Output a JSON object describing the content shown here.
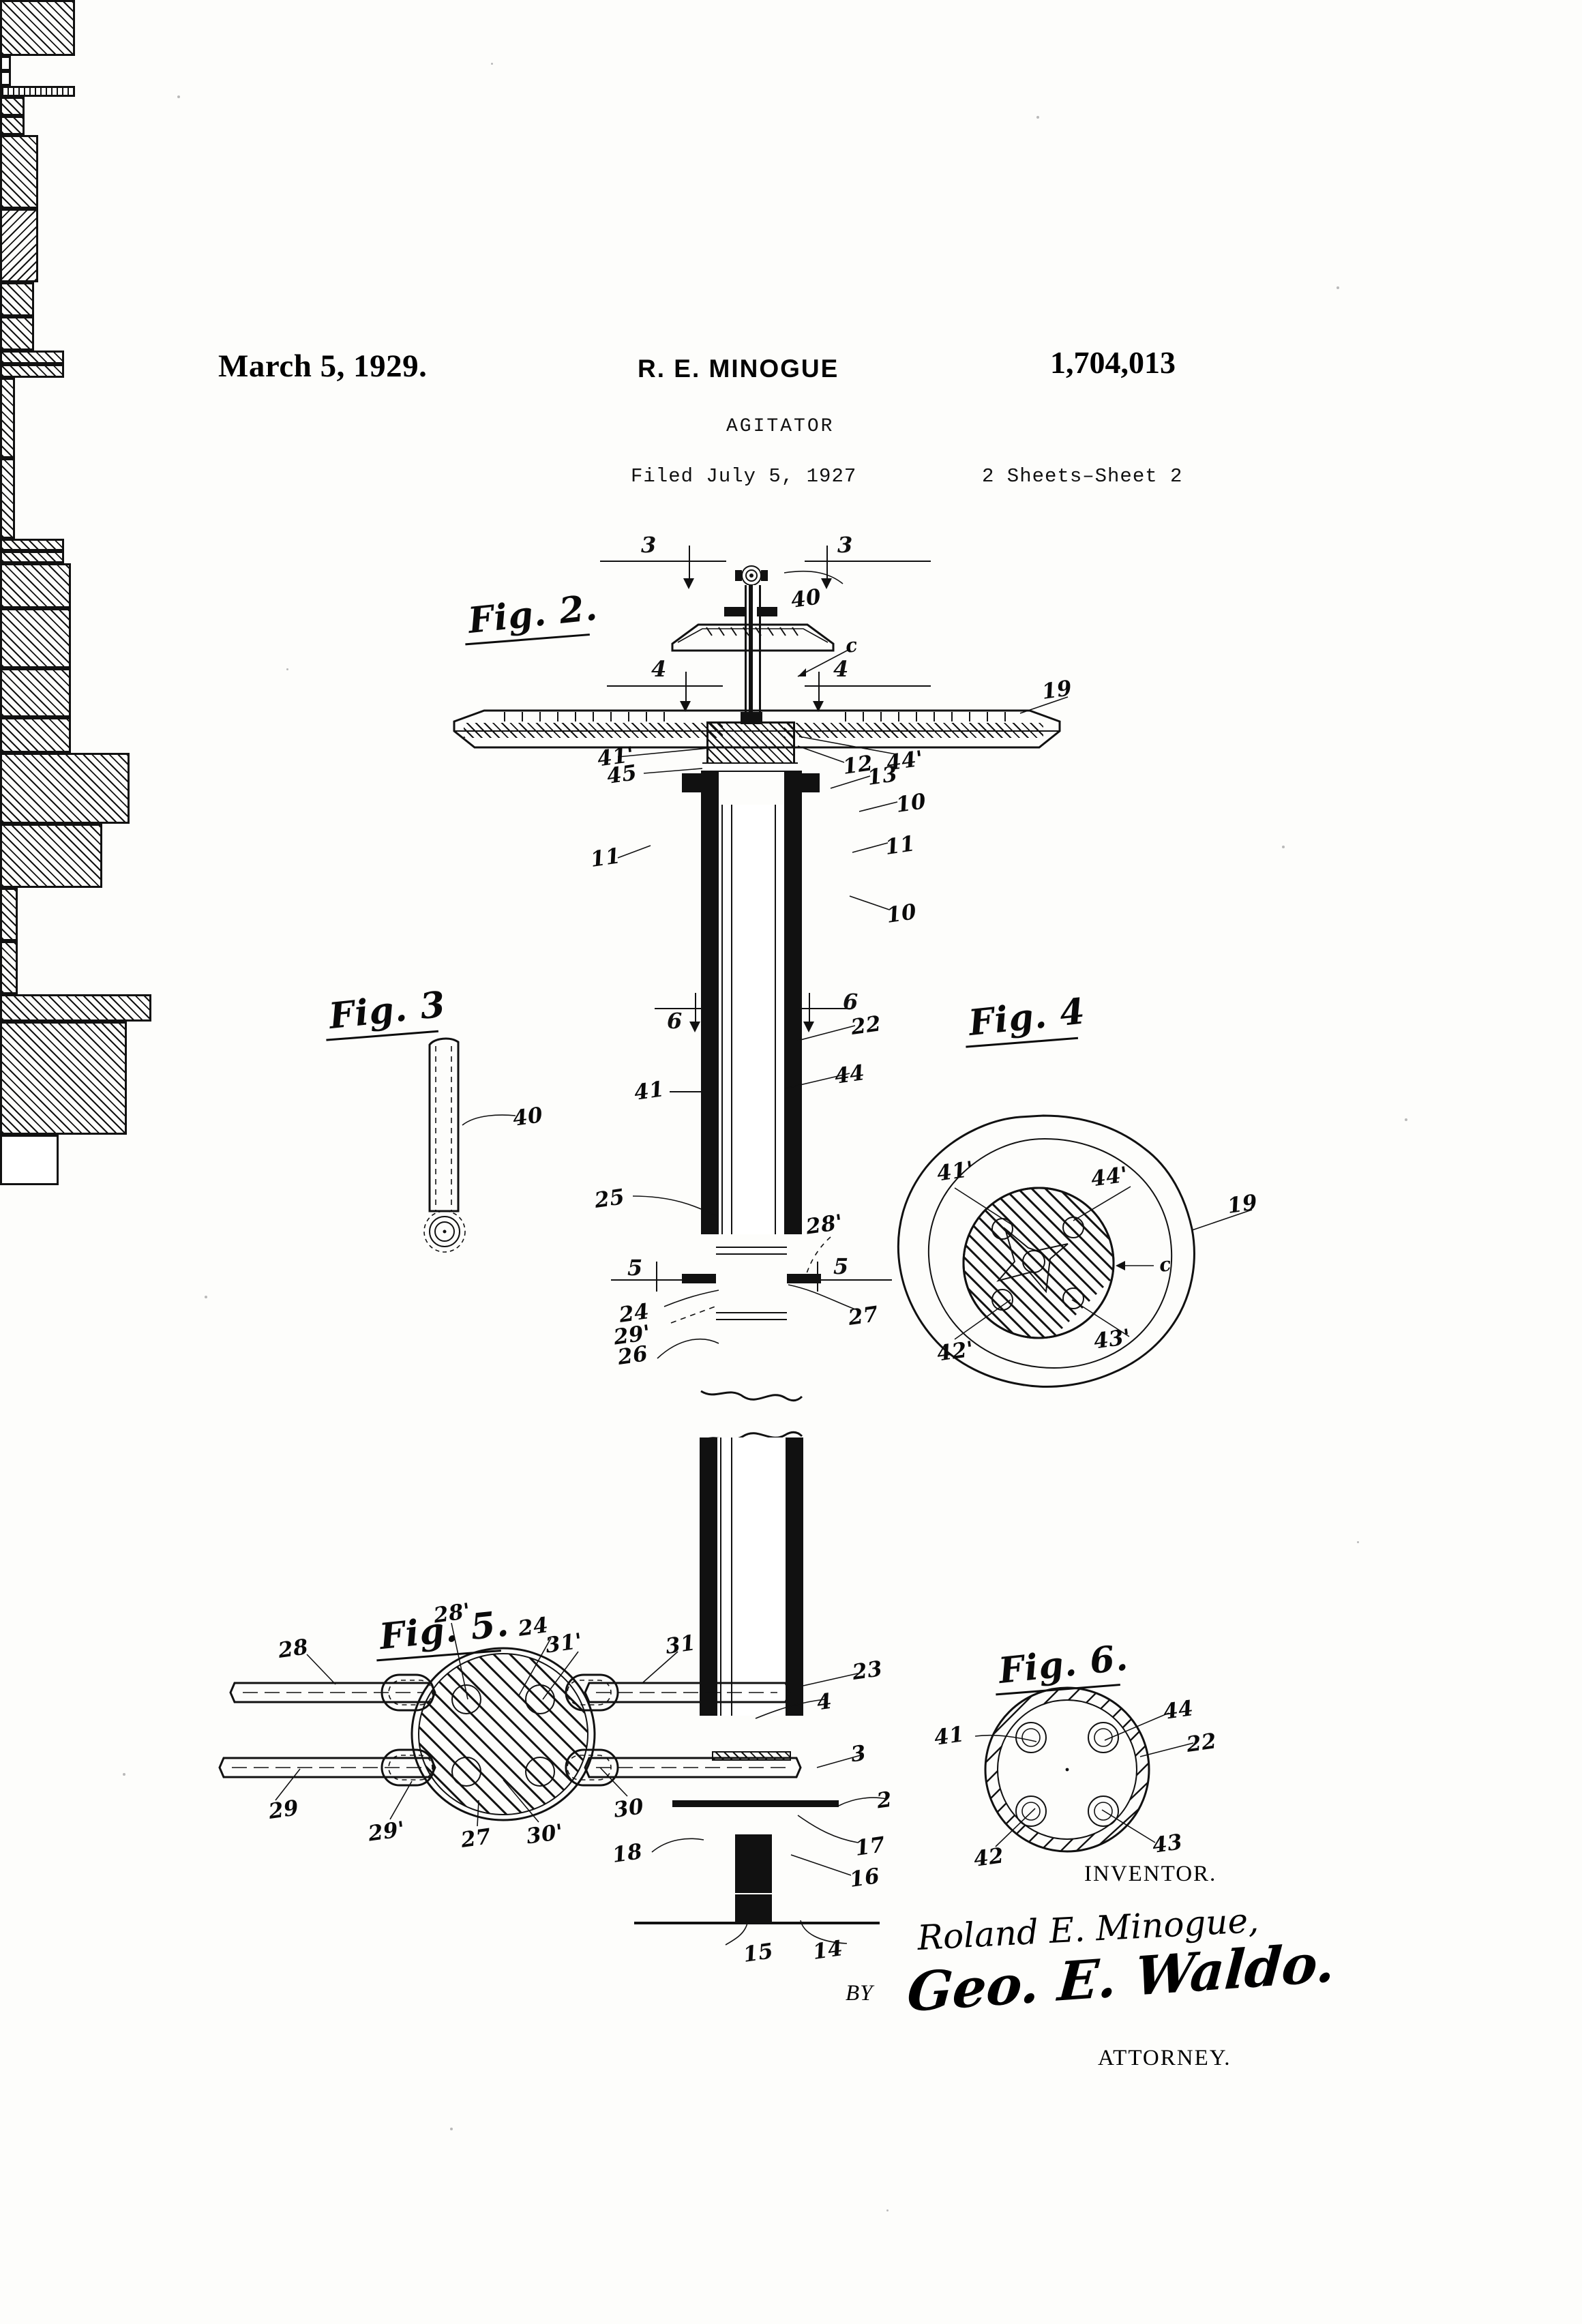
{
  "header": {
    "date": "March 5, 1929.",
    "inventor_name": "R. E. MINOGUE",
    "patent_number": "1,704,013",
    "title": "AGITATOR",
    "filed": "Filed July 5, 1927",
    "sheets": "2 Sheets–Sheet  2"
  },
  "figures": {
    "fig2": {
      "caption": "Fig. 2."
    },
    "fig3": {
      "caption": "Fig. 3"
    },
    "fig4": {
      "caption": "Fig. 4"
    },
    "fig5": {
      "caption": "Fig. 5."
    },
    "fig6": {
      "caption": "Fig. 6."
    }
  },
  "fig2_refs": {
    "sec3_left": "3",
    "sec3_right": "3",
    "sec4_left": "4",
    "sec4_right": "4",
    "sec5_left": "5",
    "sec5_right": "5",
    "sec6_left": "6",
    "sec6_right": "6",
    "n40": "40",
    "nc": "c",
    "n19": "19",
    "n41p": "41'",
    "n45": "45",
    "n12": "12",
    "n44p": "44'",
    "n13": "13",
    "n10_upper": "10",
    "n11_left": "11",
    "n11_right": "11",
    "n10_lower": "10",
    "n22": "22",
    "n41": "41",
    "n44": "44",
    "n25": "25",
    "n28p": "28'",
    "n24": "24",
    "n29p": "29'",
    "n27": "27",
    "n26": "26",
    "n23": "23",
    "n4": "4",
    "n3": "3",
    "n2": "2",
    "n17": "17",
    "n16": "16",
    "n18": "18",
    "n15": "15",
    "n14": "14"
  },
  "fig3_refs": {
    "n40": "40"
  },
  "fig4_refs": {
    "n41p": "41'",
    "n44p": "44'",
    "n19": "19",
    "nc": "c",
    "n42p": "42'",
    "n43p": "43'"
  },
  "fig5_refs": {
    "n28": "28",
    "n28p": "28'",
    "n24": "24",
    "n31p": "31'",
    "n31": "31",
    "n29": "29",
    "n29p": "29'",
    "n27": "27",
    "n30p": "30'",
    "n30": "30"
  },
  "fig6_refs": {
    "n41": "41",
    "n44": "44",
    "n22": "22",
    "n42": "42",
    "n43": "43"
  },
  "signature": {
    "inventor_label": "INVENTOR.",
    "inventor_signature": "Roland E. Minogue,",
    "by_label": "BY",
    "attorney_signature": "Geo. E. Waldo.",
    "attorney_label": "ATTORNEY."
  },
  "colors": {
    "ink": "#111111",
    "paper": "#fdfdfb"
  }
}
